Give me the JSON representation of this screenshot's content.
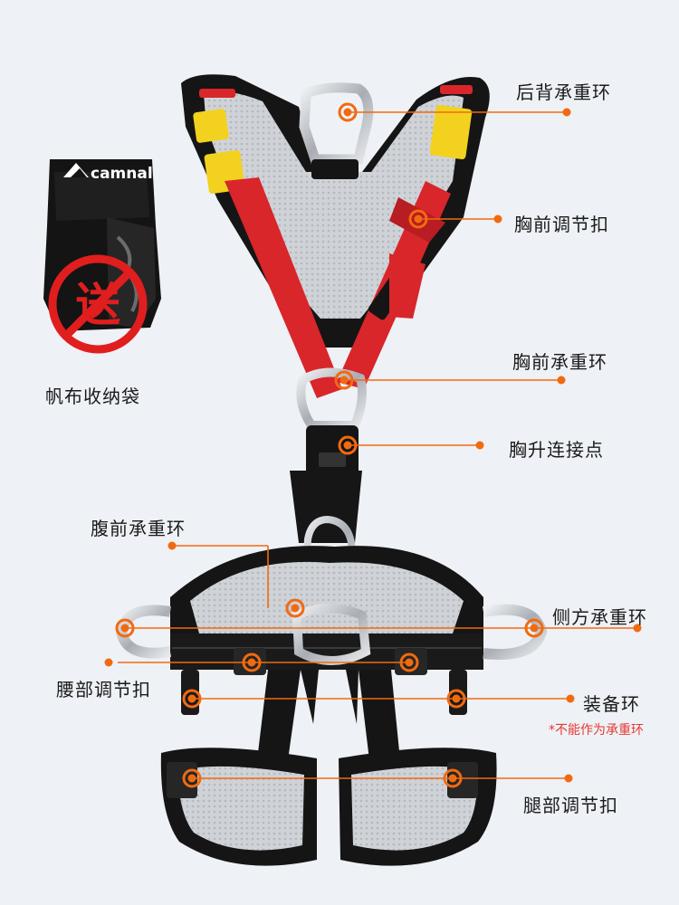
{
  "bag": {
    "caption": "帆布收纳袋",
    "brand": "camnal",
    "stamp_text": "送"
  },
  "labels": {
    "back_ring": "后背承重环",
    "chest_adjust": "胸前调节扣",
    "chest_ring": "胸前承重环",
    "chest_connect": "胸升连接点",
    "belly_ring": "腹前承重环",
    "side_ring": "侧方承重环",
    "waist_adjust": "腰部调节扣",
    "gear_loop": "装备环",
    "gear_note": "*不能作为承重环",
    "leg_adjust": "腿部调节扣"
  },
  "colors": {
    "accent": "#f26a10",
    "note": "#e53935",
    "strap_red": "#d8262b",
    "strap_black": "#161616",
    "pad_yellow": "#f2d21e",
    "mesh_grey": "#c9cdd2",
    "metal": "#c4c8cd",
    "stamp_red": "#e01e1e"
  }
}
